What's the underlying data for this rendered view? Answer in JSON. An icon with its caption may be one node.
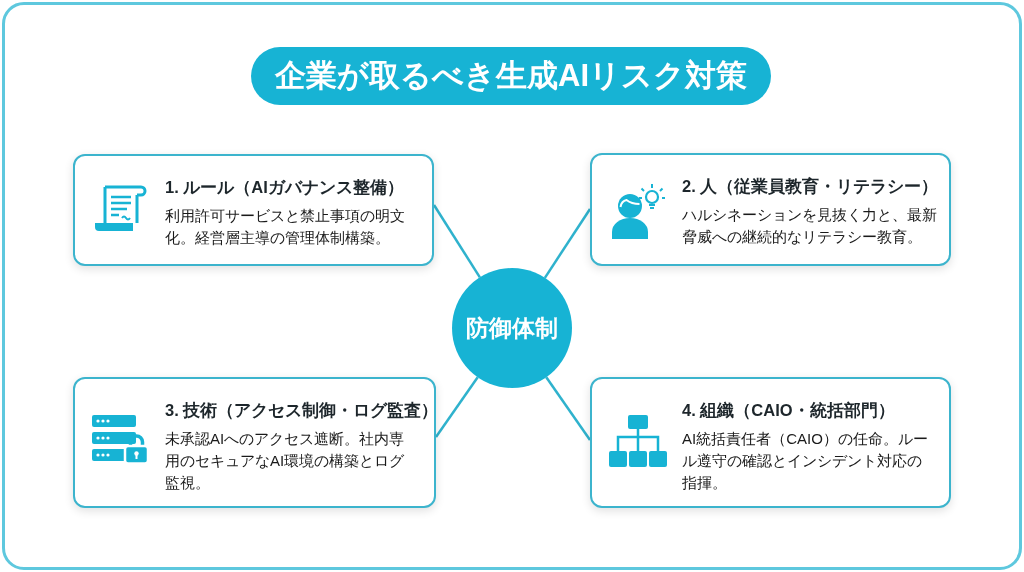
{
  "diagram": {
    "title": "企業が取るべき生成AIリスク対策",
    "nodes": [
      {
        "text": [
          "1. ルール（AIガバナンス整備）",
          "利用許可サービスと禁止事項の明文化。経営層主導の管理体制構築。"
        ]
      },
      {
        "text": [
          "2. 人（従業員教育・リテラシー）",
          "ハルシネーションを見抜く力と、最新脅威への継続的なリテラシー教育。"
        ]
      },
      {
        "text": [
          "防御体制"
        ]
      },
      {
        "text": [
          "3. 技術（アクセス制御・ログ監査）",
          "未承認AIへのアクセス遮断。社内専用のセキュアなAI環境の構築とログ監視。"
        ]
      },
      {
        "text": [
          "4. 組織（CAIO・統括部門）",
          "AI統括責任者（CAIO）の任命。ルール遵守の確認とインシデント対応の指揮。"
        ]
      }
    ],
    "edges": [
      {
        "from": 2,
        "to": 0,
        "arrow": "none"
      },
      {
        "from": 2,
        "to": 1,
        "arrow": "none"
      },
      {
        "from": 2,
        "to": 3,
        "arrow": "none"
      },
      {
        "from": 2,
        "to": 4,
        "arrow": "none"
      }
    ]
  }
}
